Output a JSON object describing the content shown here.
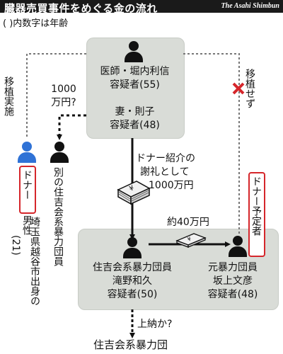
{
  "header": {
    "title": "臓器売買事件をめぐる金の流れ",
    "credit": "The Asahi Shimbun",
    "note": "( )内数字は年齢"
  },
  "persons": {
    "doctor": {
      "line1": "医師・堀内利信",
      "line2": "容疑者(55)"
    },
    "wife": {
      "line1": "妻・則子",
      "line2": "容疑者(48)"
    },
    "other_gang": "別の住吉会系暴力団員",
    "donor": {
      "badge": "ドナー",
      "desc": "男性",
      "age": "(21)",
      "origin": "埼玉県越谷市出身の"
    },
    "takino": {
      "line1": "住吉会系暴力団員",
      "line2": "滝野和久",
      "line3": "容疑者(50)"
    },
    "sakagami": {
      "line1": "元暴力団員",
      "line2": "坂上文彦",
      "line3": "容疑者(48)",
      "badge": "ドナー予定者"
    },
    "gang": "住吉会系暴力団"
  },
  "flows": {
    "implant_done": "移植実施",
    "implant_not": "移植せず",
    "payment_question": {
      "line1": "1000",
      "line2": "万円?"
    },
    "fee": {
      "line1": "ドナー紹介の",
      "line2": "謝礼として",
      "line3": "1000万円"
    },
    "about40": "約40万円",
    "tribute": "上納か?"
  },
  "colors": {
    "box": "#d9dcd7",
    "donor_blue": "#2f72d6",
    "frame_red": "#d5262b",
    "x_red": "#d5262b"
  }
}
